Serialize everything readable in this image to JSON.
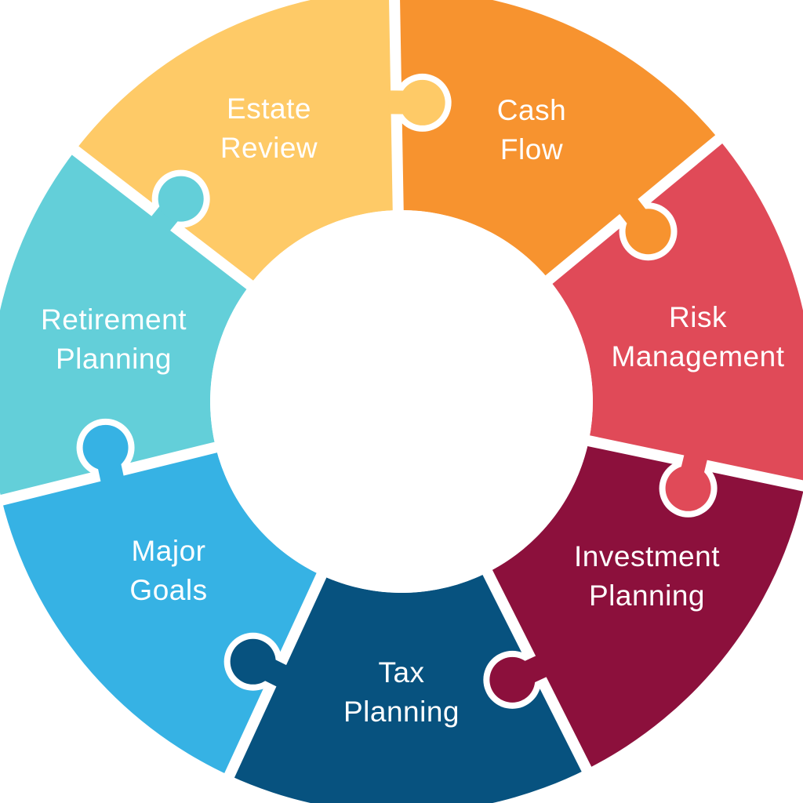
{
  "segments": [
    {
      "line1": "Cash",
      "line2": "Flow",
      "color": "#F7932F"
    },
    {
      "line1": "Risk",
      "line2": "Management",
      "color": "#E04A58"
    },
    {
      "line1": "Investment",
      "line2": "Planning",
      "color": "#8C103C"
    },
    {
      "line1": "Tax",
      "line2": "Planning",
      "color": "#07527F"
    },
    {
      "line1": "Major",
      "line2": "Goals",
      "color": "#36B2E4"
    },
    {
      "line1": "Retirement",
      "line2": "Planning",
      "color": "#63CFD9"
    },
    {
      "line1": "Estate",
      "line2": "Review",
      "color": "#FECA67"
    }
  ]
}
